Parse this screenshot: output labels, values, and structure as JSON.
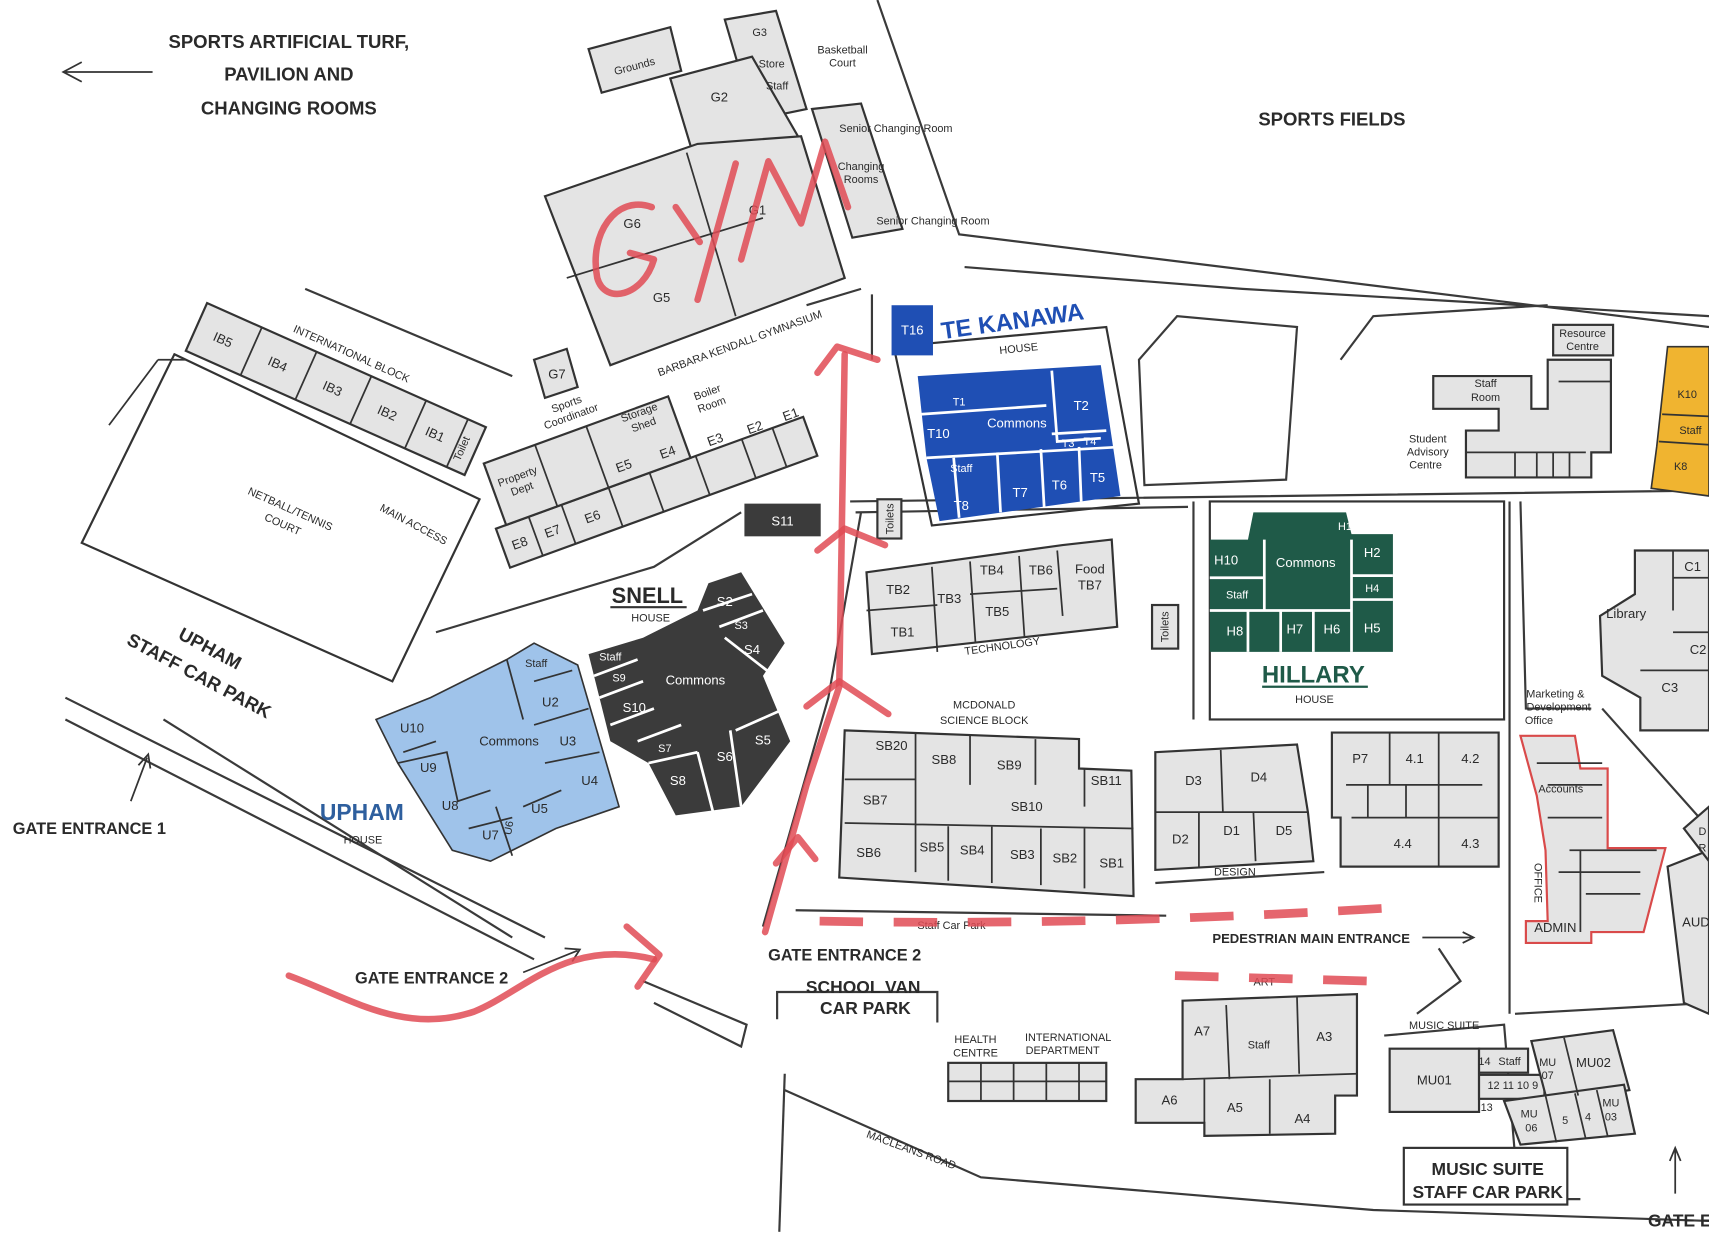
{
  "title": "School campus map",
  "colors": {
    "te_kanawa": "#1f4fb4",
    "hillary": "#1f5a48",
    "snell": "#3b3b3b",
    "upham": "#9fc3ea",
    "k_block": "#f0b430",
    "annotation": "#e04b55",
    "building": "#e4e4e4"
  },
  "annotation": {
    "handwritten": "GYM"
  },
  "top": {
    "turf_line1": "SPORTS ARTIFICIAL TURF,",
    "turf_line2": "PAVILION AND",
    "turf_line3": "CHANGING ROOMS",
    "sports_fields": "SPORTS FIELDS"
  },
  "gym": {
    "g3": "G3",
    "store": "Store",
    "staff": "Staff",
    "grounds": "Grounds",
    "basketball1": "Basketball",
    "basketball2": "Court",
    "g2": "G2",
    "senior_changing_1": "Senior Changing Room",
    "changing1": "Changing",
    "changing2": "Rooms",
    "senior_changing_2": "Senior Changing Room",
    "g6": "G6",
    "g1": "G1",
    "g5": "G5",
    "g7": "G7",
    "name": "BARBARA KENDALL GYMNASIUM"
  },
  "intl_block": {
    "name": "INTERNATIONAL BLOCK",
    "ib5": "IB5",
    "ib4": "IB4",
    "ib3": "IB3",
    "ib2": "IB2",
    "ib1": "IB1",
    "toilet": "Toilet"
  },
  "courts": {
    "netball1": "NETBALL/TENNIS",
    "netball2": "COURT",
    "main_access": "MAIN ACCESS"
  },
  "e_block": {
    "sports1": "Sports",
    "sports2": "Coordinator",
    "storage1": "Storage",
    "storage2": "Shed",
    "boiler1": "Boiler",
    "boiler2": "Room",
    "property1": "Property",
    "property2": "Dept",
    "e1": "E1",
    "e2": "E2",
    "e3": "E3",
    "e4": "E4",
    "e5": "E5",
    "e6": "E6",
    "e7": "E7",
    "e8": "E8",
    "s11": "S11"
  },
  "te_kanawa": {
    "t16": "T16",
    "name": "TE KANAWA",
    "house": "HOUSE",
    "commons": "Commons",
    "t1": "T1",
    "t2": "T2",
    "t10": "T10",
    "t3": "T3",
    "t4": "T4",
    "staff": "Staff",
    "t5": "T5",
    "t6": "T6",
    "t7": "T7",
    "t8": "T8",
    "toilets": "Toilets"
  },
  "technology": {
    "tb2": "TB2",
    "tb3": "TB3",
    "tb4": "TB4",
    "tb6": "TB6",
    "food": "Food",
    "tb7": "TB7",
    "tb5": "TB5",
    "tb1": "TB1",
    "name": "TECHNOLOGY"
  },
  "hillary": {
    "h10": "H10",
    "commons": "Commons",
    "h1": "H1",
    "h2": "H2",
    "staff": "Staff",
    "h4": "H4",
    "h8": "H8",
    "h7": "H7",
    "h6": "H6",
    "h5": "H5",
    "name": "HILLARY",
    "house": "HOUSE",
    "toilets": "Toilets"
  },
  "snell": {
    "name": "SNELL",
    "house": "HOUSE",
    "s2": "S2",
    "s3": "S3",
    "s4": "S4",
    "staff": "Staff",
    "s9": "S9",
    "commons": "Commons",
    "s10": "S10",
    "s7": "S7",
    "s6": "S6",
    "s5": "S5",
    "s8": "S8"
  },
  "upham": {
    "u10": "U10",
    "staff": "Staff",
    "u2": "U2",
    "commons": "Commons",
    "u3": "U3",
    "u9": "U9",
    "u4": "U4",
    "u8": "U8",
    "u6": "U6",
    "u5": "U5",
    "u7": "U7",
    "name": "UPHAM",
    "house": "HOUSE"
  },
  "parking": {
    "upham1": "UPHAM",
    "upham2": "STAFF CAR PARK",
    "gate1": "GATE ENTRANCE 1",
    "gate2_left": "GATE ENTRANCE 2",
    "gate2_center": "GATE ENTRANCE 2",
    "staff_car_park": "Staff Car Park",
    "pedestrian": "PEDESTRIAN MAIN ENTRANCE",
    "van1": "SCHOOL VAN",
    "van2": "CAR PARK",
    "macleans": "MACLEANS ROAD",
    "music_park1": "MUSIC SUITE",
    "music_park2": "STAFF CAR PARK",
    "gate_e": "GATE E"
  },
  "science": {
    "name1": "MCDONALD",
    "name2": "SCIENCE BLOCK",
    "sb20": "SB20",
    "sb8": "SB8",
    "sb9": "SB9",
    "sb11": "SB11",
    "sb7": "SB7",
    "sb10": "SB10",
    "sb6": "SB6",
    "sb5": "SB5",
    "sb4": "SB4",
    "sb3": "SB3",
    "sb2": "SB2",
    "sb1": "SB1"
  },
  "design": {
    "d3": "D3",
    "d4": "D4",
    "d2": "D2",
    "d1": "D1",
    "d5": "D5",
    "name": "DESIGN"
  },
  "block4": {
    "p7": "P7",
    "r41": "4.1",
    "r42": "4.2",
    "r44": "4.4",
    "r43": "4.3"
  },
  "art": {
    "health1": "HEALTH",
    "health2": "CENTRE",
    "intl1": "INTERNATIONAL",
    "intl2": "DEPARTMENT",
    "name": "ART",
    "a7": "A7",
    "staff": "Staff",
    "a3": "A3",
    "a6": "A6",
    "a5": "A5",
    "a4": "A4"
  },
  "music": {
    "name": "MUSIC SUITE",
    "mu01": "MU01",
    "r14": "14",
    "staff": "Staff",
    "mu07a": "MU",
    "mu07b": "07",
    "mu02": "MU02",
    "nums": "12 11 10 9",
    "r13": "13",
    "mu06a": "MU",
    "mu06b": "06",
    "r5": "5",
    "r4": "4",
    "mu03a": "MU",
    "mu03b": "03"
  },
  "admin": {
    "resource1": "Resource",
    "resource2": "Centre",
    "staffroom1": "Staff",
    "staffroom2": "Room",
    "sac1": "Student",
    "sac2": "Advisory",
    "sac3": "Centre",
    "k10": "K10",
    "kstaff": "Staff",
    "k8": "K8",
    "c1": "C1",
    "library": "Library",
    "c2": "C2",
    "c3": "C3",
    "mkt1": "Marketing &",
    "mkt2": "Development",
    "mkt3": "Office",
    "accounts": "Accounts",
    "office": "OFFICE",
    "admin": "ADMIN",
    "aud": "AUD",
    "d_partial": "D",
    "r_partial": "R"
  }
}
